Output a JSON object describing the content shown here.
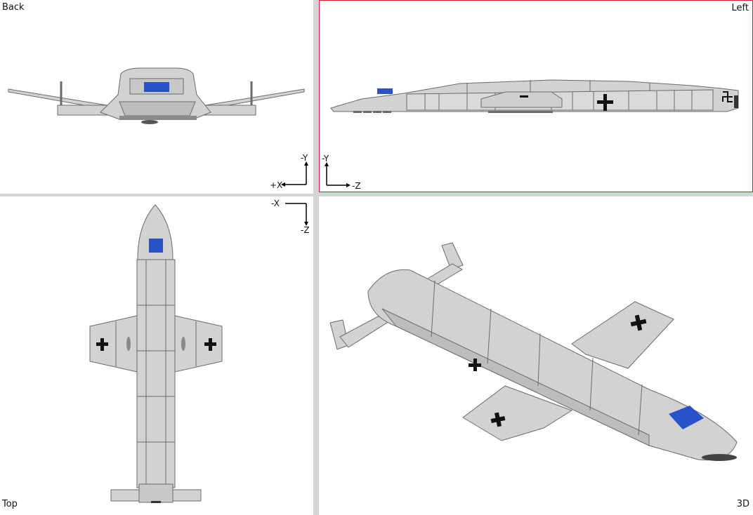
{
  "viewports": {
    "back": {
      "label": "Back",
      "axis_h": "+X",
      "axis_v": "-Y"
    },
    "left": {
      "label": "Left",
      "axis_h": "-Z",
      "axis_v": "-Y",
      "active": true,
      "active_color": "#c8282d"
    },
    "top": {
      "label": "Top",
      "axis_h": "-X",
      "axis_v": "-Z"
    },
    "view3d": {
      "label": "3D"
    }
  },
  "colors": {
    "model_fill": "#d2d2d2",
    "model_stroke": "#6a6a6a",
    "canopy": "#2a52c8",
    "marking": "#111111"
  }
}
